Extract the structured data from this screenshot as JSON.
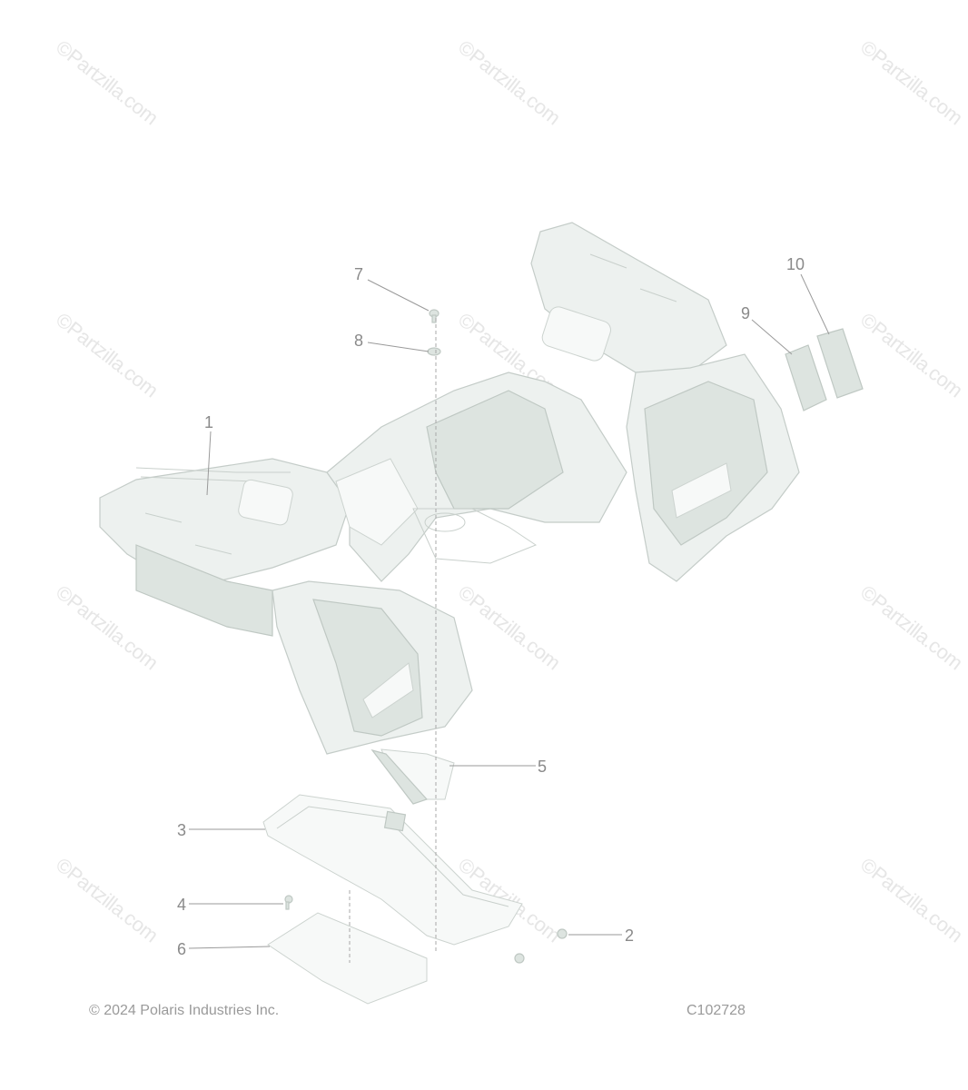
{
  "watermark": "©Partzilla.com",
  "diagram": {
    "callouts": [
      {
        "id": "c1",
        "label": "1"
      },
      {
        "id": "c2",
        "label": "2"
      },
      {
        "id": "c3",
        "label": "3"
      },
      {
        "id": "c4",
        "label": "4"
      },
      {
        "id": "c5",
        "label": "5"
      },
      {
        "id": "c6",
        "label": "6"
      },
      {
        "id": "c7",
        "label": "7"
      },
      {
        "id": "c8",
        "label": "8"
      },
      {
        "id": "c9",
        "label": "9"
      },
      {
        "id": "c10",
        "label": "10"
      }
    ]
  },
  "footer": {
    "copyright": "© 2024 Polaris Industries Inc.",
    "diagram_code": "C102728"
  },
  "colors": {
    "part_fill": "#edf1ef",
    "callout_text": "#8a8a8a",
    "watermark": "#e6e6e6"
  }
}
